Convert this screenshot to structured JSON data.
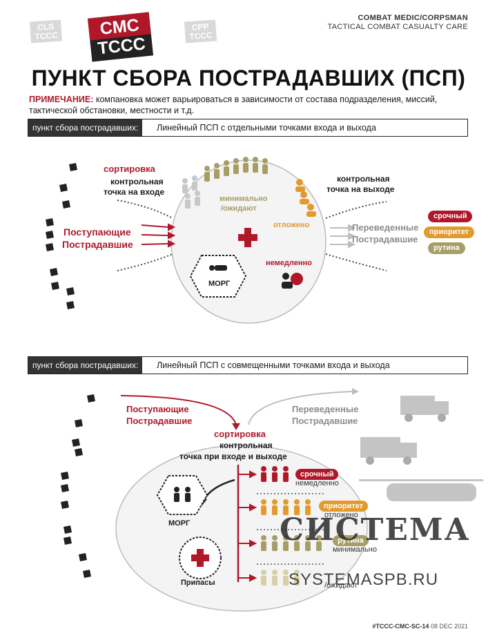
{
  "header": {
    "badges": {
      "cls": [
        "CLS",
        "TCCC"
      ],
      "cmc": [
        "CMC",
        "TCCC"
      ],
      "cpp": [
        "CPP",
        "TCCC"
      ]
    },
    "right_line1": "COMBAT MEDIC/CORPSMAN",
    "right_line2": "TACTICAL COMBAT CASUALTY CARE"
  },
  "title": "ПУНКТ СБОРА ПОСТРАДАВШИХ (ПСП)",
  "note": {
    "label": "ПРИМЕЧАНИЕ:",
    "text": " компановка может варьироваться в зависимости от состава подразделения, миссий, тактической обстановки, местности и т.д."
  },
  "section1": {
    "bar_key": "пункт сбора пострадавших:",
    "bar_value": "Линейный ПСП с отдельными точками входа и выхода",
    "sort": "сортировка",
    "entry": [
      "контрольная",
      "точка на входе"
    ],
    "exit": [
      "контрольная",
      "точка на выходе"
    ],
    "incoming": [
      "Поступающие",
      "Пострадавшие"
    ],
    "outgoing": [
      "Переведенные",
      "Пострадавшие"
    ],
    "minimal": [
      "минимально",
      "/ожидают"
    ],
    "delayed": "отложено",
    "immediate": "немедленно",
    "morgue": "МОРГ",
    "pills": [
      {
        "label": "срочный",
        "color": "#b0182a"
      },
      {
        "label": "приоритет",
        "color": "#e39a2d"
      },
      {
        "label": "рутина",
        "color": "#a79e66"
      }
    ]
  },
  "section2": {
    "bar_key": "пункт сбора пострадавших:",
    "bar_value": "Линейный ПСП с совмещенными точками входа и выхода",
    "incoming": [
      "Поступающие",
      "Пострадавшие"
    ],
    "outgoing": [
      "Переведенные",
      "Пострадавшие"
    ],
    "sort": "сортировка",
    "checkpoint": [
      "контрольная",
      "точка при входе и выходе"
    ],
    "morgue": "МОРГ",
    "supplies": "Припасы",
    "rows": [
      {
        "pill": "срочный",
        "sub": "немедленно",
        "color": "#b0182a"
      },
      {
        "pill": "приоритет",
        "sub": "отложено",
        "color": "#e39a2d"
      },
      {
        "pill": "рутина",
        "sub": "минимально",
        "color": "#a79e66"
      },
      {
        "pill": "",
        "sub": "/ожидают",
        "color": "#d8cfa6"
      }
    ]
  },
  "watermark": {
    "brand": "СИСТЕМА",
    "url": "SYSTEMASPB.RU"
  },
  "footer": {
    "code": "#TCCC-CMC-SC-14",
    "date": "08 DEC 2021"
  }
}
